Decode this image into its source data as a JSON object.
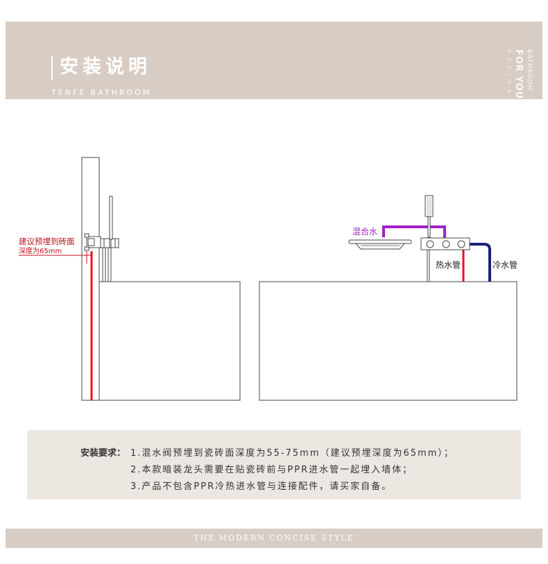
{
  "header": {
    "title": "安装说明",
    "brand": "TENFE BATHROOM",
    "motto": "THE MODERN CONCISE STYLE",
    "vertical_small": "D E S I G N",
    "vertical_big": "FOR YOUR",
    "vertical_sub": "BATHROOM"
  },
  "diagram": {
    "depth_note_line1": "建议预埋到砖面",
    "depth_note_line2": "深度为65mm",
    "mixed_label": "混合水",
    "hot_label": "热水管",
    "cold_label": "冷水管",
    "colors": {
      "hot": "#e8131f",
      "cold": "#1a1f7e",
      "mixed": "#a61ec9",
      "outline": "#444444",
      "note": "#c0101a"
    }
  },
  "notes": {
    "label": "安装要求：",
    "items": [
      "1.混水阀预埋到瓷砖面深度为55-75mm（建议预埋深度为65mm）；",
      "2.本款暗装龙头需要在贴瓷砖前与PPR进水管一起埋入墙体；",
      "3.产品不包含PPR冷热进水管与连接配件，请买家自备。"
    ]
  },
  "footer": {
    "text": "THE MODERN CONCISE STYLE"
  }
}
